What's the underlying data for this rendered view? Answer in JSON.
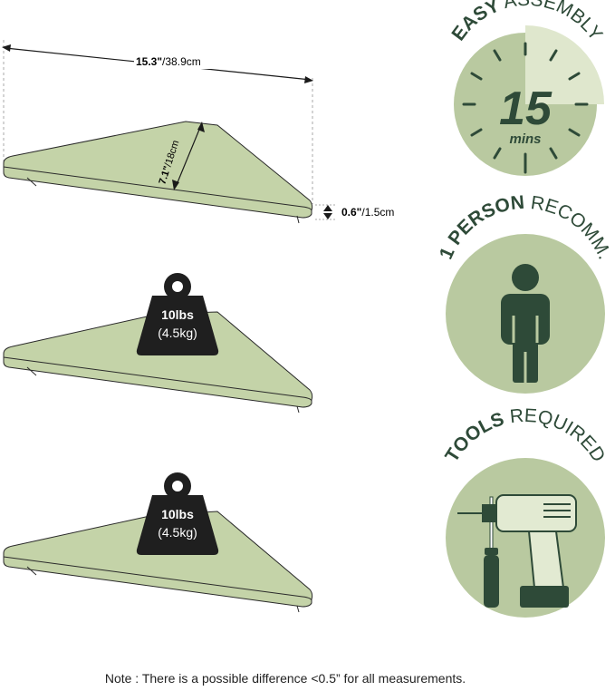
{
  "dimensions": {
    "width_bold": "15.3\"",
    "width_rest": "/38.9cm",
    "depth_bold": "7.1\"",
    "depth_rest": "/18cm",
    "thickness_bold": "0.6\"",
    "thickness_rest": "/1.5cm"
  },
  "weight_badges": [
    {
      "line1": "10lbs",
      "line2": "(4.5kg)"
    },
    {
      "line1": "10lbs",
      "line2": "(4.5kg)"
    }
  ],
  "features": {
    "assembly": {
      "bold": "EASY",
      "rest": "ASSEMBLY",
      "number": "15",
      "unit": "mins"
    },
    "person": {
      "bold": "1 PERSON",
      "rest": "RECOMM."
    },
    "tools": {
      "bold": "TOOLS",
      "rest": "REQUIRED"
    }
  },
  "note": "Note : There is a possible difference <0.5” for all measurements.",
  "colors": {
    "shelf": "#c4d3a8",
    "circle": "#b9c9a0",
    "circle_light": "#dfe7cd",
    "dark_green": "#2e4a38",
    "badge": "#1f1f1f"
  }
}
